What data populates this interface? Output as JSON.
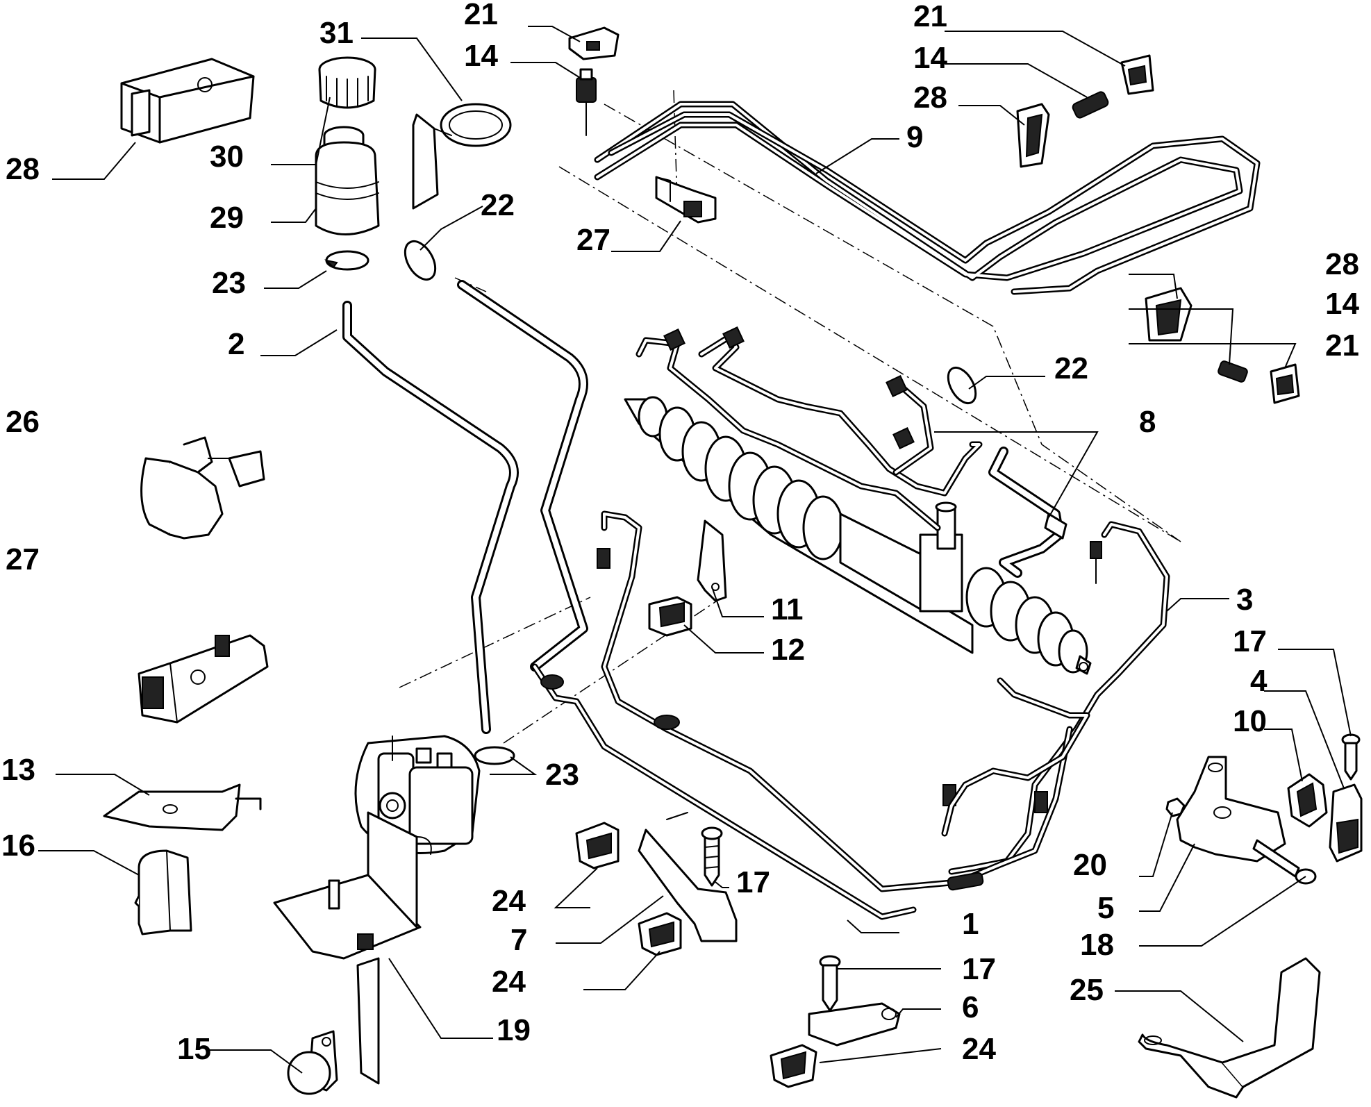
{
  "callouts": {
    "c1": "1",
    "c2": "2",
    "c3": "3",
    "c4": "4",
    "c5": "5",
    "c6": "6",
    "c7": "7",
    "c8": "8",
    "c9": "9",
    "c10": "10",
    "c11": "11",
    "c12": "12",
    "c13": "13",
    "c14a": "14",
    "c14b": "14",
    "c14c": "14",
    "c15": "15",
    "c16": "16",
    "c17a": "17",
    "c17b": "17",
    "c17c": "17",
    "c18": "18",
    "c19": "19",
    "c20": "20",
    "c21a": "21",
    "c21b": "21",
    "c21c": "21",
    "c22a": "22",
    "c22b": "22",
    "c23a": "23",
    "c23b": "23",
    "c24a": "24",
    "c24b": "24",
    "c24c": "24",
    "c25": "25",
    "c26": "26",
    "c27a": "27",
    "c27b": "27",
    "c28a": "28",
    "c28b": "28",
    "c28c": "28",
    "c29": "29",
    "c30": "30",
    "c31": "31"
  }
}
